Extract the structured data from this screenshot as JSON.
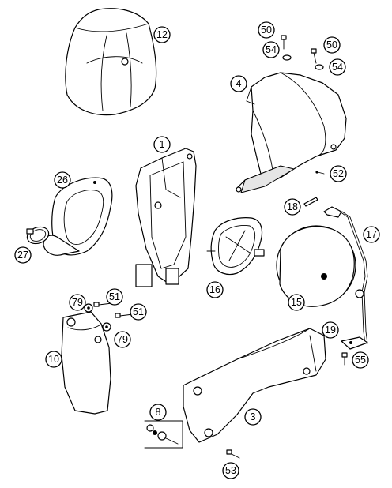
{
  "callouts": {
    "c12": "12",
    "c50a": "50",
    "c50b": "50",
    "c54a": "54",
    "c54b": "54",
    "c4": "4",
    "c1": "1",
    "c26": "26",
    "c52": "52",
    "c18": "18",
    "c17": "17",
    "c27": "27",
    "c16": "16",
    "c15": "15",
    "c79a": "79",
    "c79b": "79",
    "c51a": "51",
    "c51b": "51",
    "c10": "10",
    "c19": "19",
    "c55": "55",
    "c8": "8",
    "c3": "3",
    "c53": "53"
  }
}
